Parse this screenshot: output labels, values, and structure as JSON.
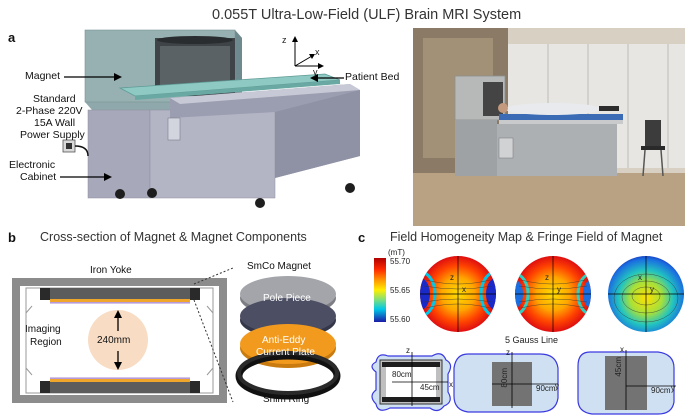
{
  "title": "0.055T Ultra-Low-Field (ULF) Brain MRI System",
  "panel_a": {
    "letter": "a",
    "labels": {
      "magnet": "Magnet",
      "patient_bed": "Patient Bed",
      "power_1": "Standard",
      "power_2": "2-Phase 220V",
      "power_3": "15A Wall",
      "power_4": "Power Supply",
      "cabinet_1": "Electronic",
      "cabinet_2": "Cabinet"
    },
    "axes": {
      "z": "z",
      "x": "x",
      "y": "y"
    }
  },
  "panel_b": {
    "letter": "b",
    "title": "Cross-section of Magnet & Magnet Components",
    "iron_yoke": "Iron Yoke",
    "imaging_1": "Imaging",
    "imaging_2": "Region",
    "diameter": "240mm",
    "components": {
      "smco": "SmCo Magnet",
      "pole": "Pole Piece",
      "eddy_1": "Anti-Eddy",
      "eddy_2": "Current Plate",
      "shim": "Shim Ring"
    },
    "colors": {
      "pole": "#4c4e63",
      "eddy": "#f29a1e",
      "smco": "#9c9ea3",
      "imaging": "#f8dcc4"
    }
  },
  "panel_c": {
    "letter": "c",
    "title": "Field Homogeneity Map & Fringe Field of Magnet",
    "colorbar": {
      "unit": "(mT)",
      "max": "55.70",
      "mid": "55.65",
      "min": "55.60"
    },
    "map_axes": {
      "m1": {
        "v": "z",
        "h": "x"
      },
      "m2": {
        "v": "z",
        "h": "y"
      },
      "m3": {
        "v": "x",
        "h": "y"
      }
    },
    "fringe_title": "5 Gauss Line",
    "fringe": {
      "f1": {
        "v": "z",
        "h": "x",
        "d1": "80cm",
        "d2": "45cm"
      },
      "f2": {
        "v": "z",
        "h": "y",
        "d1": "80cm",
        "d2": "90cm"
      },
      "f3": {
        "v": "x",
        "h": "y",
        "d1": "45cm",
        "d2": "90cm"
      }
    }
  }
}
